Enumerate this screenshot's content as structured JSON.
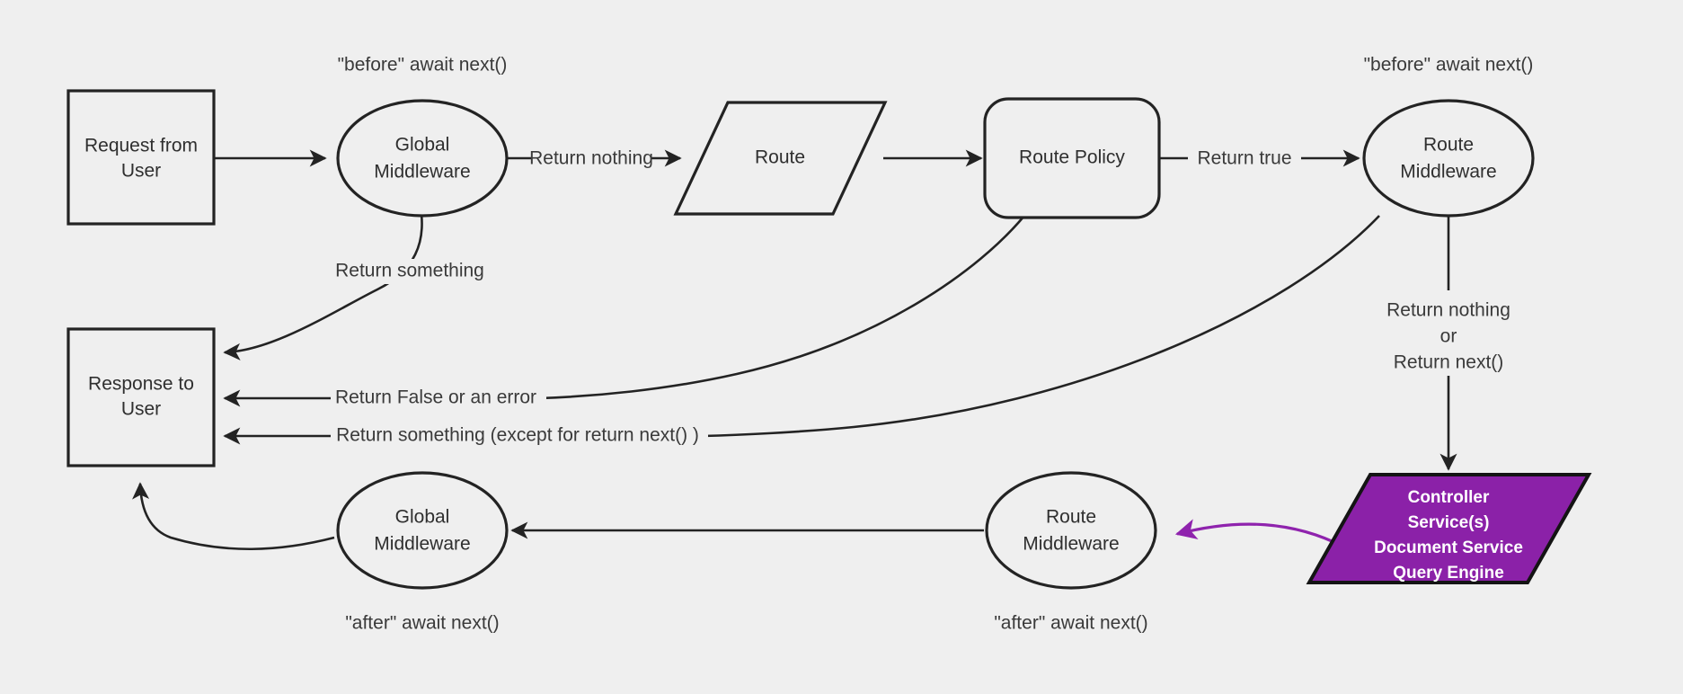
{
  "diagram": {
    "title": "Request lifecycle middleware flow",
    "background_color": "#efefef",
    "stroke_color": "#232323",
    "accent_color": "#8b21a8",
    "nodes": {
      "request_from_user": {
        "line1": "Request from",
        "line2": "User",
        "shape": "rectangle"
      },
      "global_middleware_top": {
        "line1": "Global",
        "line2": "Middleware",
        "shape": "ellipse"
      },
      "route": {
        "line1": "Route",
        "shape": "parallelogram"
      },
      "route_policy": {
        "line1": "Route Policy",
        "shape": "rounded-rectangle"
      },
      "route_middleware_top": {
        "line1": "Route",
        "line2": "Middleware",
        "shape": "ellipse"
      },
      "controller": {
        "line1": "Controller",
        "line2": "Service(s)",
        "line3": "Document Service",
        "line4": "Query Engine",
        "shape": "parallelogram",
        "fill": "#8b21a8"
      },
      "route_middleware_bottom": {
        "line1": "Route",
        "line2": "Middleware",
        "shape": "ellipse"
      },
      "global_middleware_bottom": {
        "line1": "Global",
        "line2": "Middleware",
        "shape": "ellipse"
      },
      "response_to_user": {
        "line1": "Response to",
        "line2": "User",
        "shape": "rectangle"
      }
    },
    "annotations": {
      "before_global": "\"before\" await next()",
      "before_route": "\"before\" await next()",
      "after_global": "\"after\" await next()",
      "after_route": "\"after\" await next()"
    },
    "edge_labels": {
      "return_nothing": "Return nothing",
      "return_true": "Return true",
      "return_something_top": "Return something",
      "return_false_or_error": "Return False or an error",
      "return_something_except": "Return something (except for return next() )",
      "return_nothing_or_next_line1": "Return nothing",
      "return_nothing_or_next_line2": "or",
      "return_nothing_or_next_line3": "Return next()"
    }
  }
}
